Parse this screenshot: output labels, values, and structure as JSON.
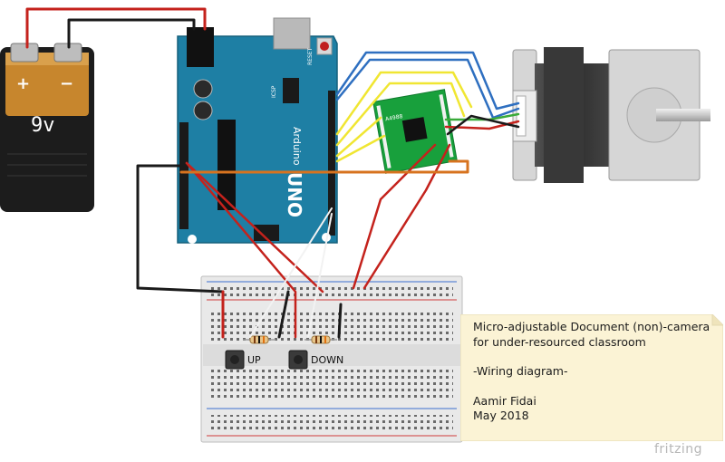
{
  "battery": {
    "voltage_label": "9v",
    "plus_symbol": "+",
    "minus_symbol": "−"
  },
  "arduino": {
    "brand": "Arduino",
    "model": "UNO",
    "reset_label": "RESET",
    "icsp_label": "ICSP"
  },
  "driver": {
    "label": "A4988"
  },
  "breadboard": {
    "up_label": "UP",
    "down_label": "DOWN"
  },
  "note": {
    "line1": "Micro-adjustable Document (non)-camera",
    "line2": "for under-resourced classroom",
    "line3": "-Wiring diagram-",
    "line4": "Aamir Fidai",
    "line5": "May 2018"
  },
  "footer": {
    "brand": "fritzing"
  },
  "colors": {
    "wire_red": "#c4221c",
    "wire_black": "#1a1a1a",
    "wire_blue": "#2e6fc0",
    "wire_yellow": "#f0e632",
    "wire_orange": "#d7731f",
    "wire_green": "#3aaa3a",
    "wire_white": "#f2f2f2",
    "arduino_teal": "#1e7fa4",
    "driver_green": "#18a03c",
    "note_yellow": "#fbf3d5"
  }
}
